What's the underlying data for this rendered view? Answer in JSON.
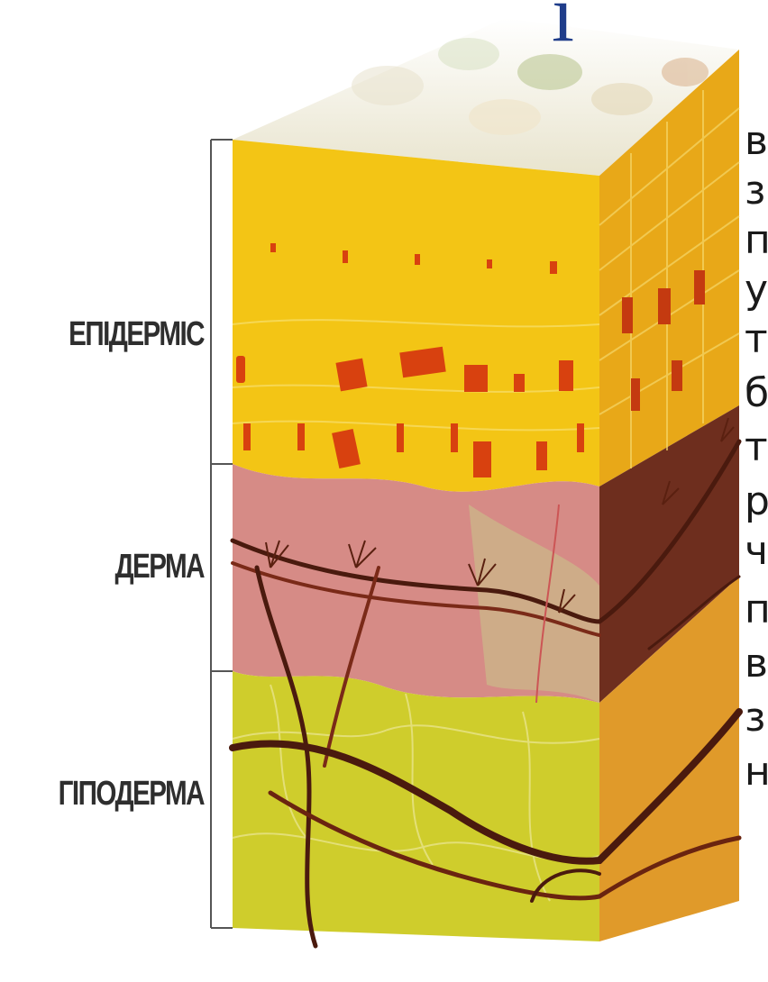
{
  "labels": {
    "epidermis": "ЕПІДЕРМІС",
    "dermis": "ДЕРМА",
    "hypodermis": "ГІПОДЕРМА"
  },
  "title_fragment": "і",
  "cut_text_lines": [
    "в",
    "з",
    "п",
    "у",
    "т",
    "б",
    "т",
    "р",
    "ч",
    "п",
    "в",
    "з",
    "н"
  ],
  "colors": {
    "epidermis": "#f3c515",
    "dermis": "#d68b86",
    "hypodermis": "#c9c72a",
    "side_dark": "#6e2e1e",
    "vessel": "#4a1a0e"
  }
}
